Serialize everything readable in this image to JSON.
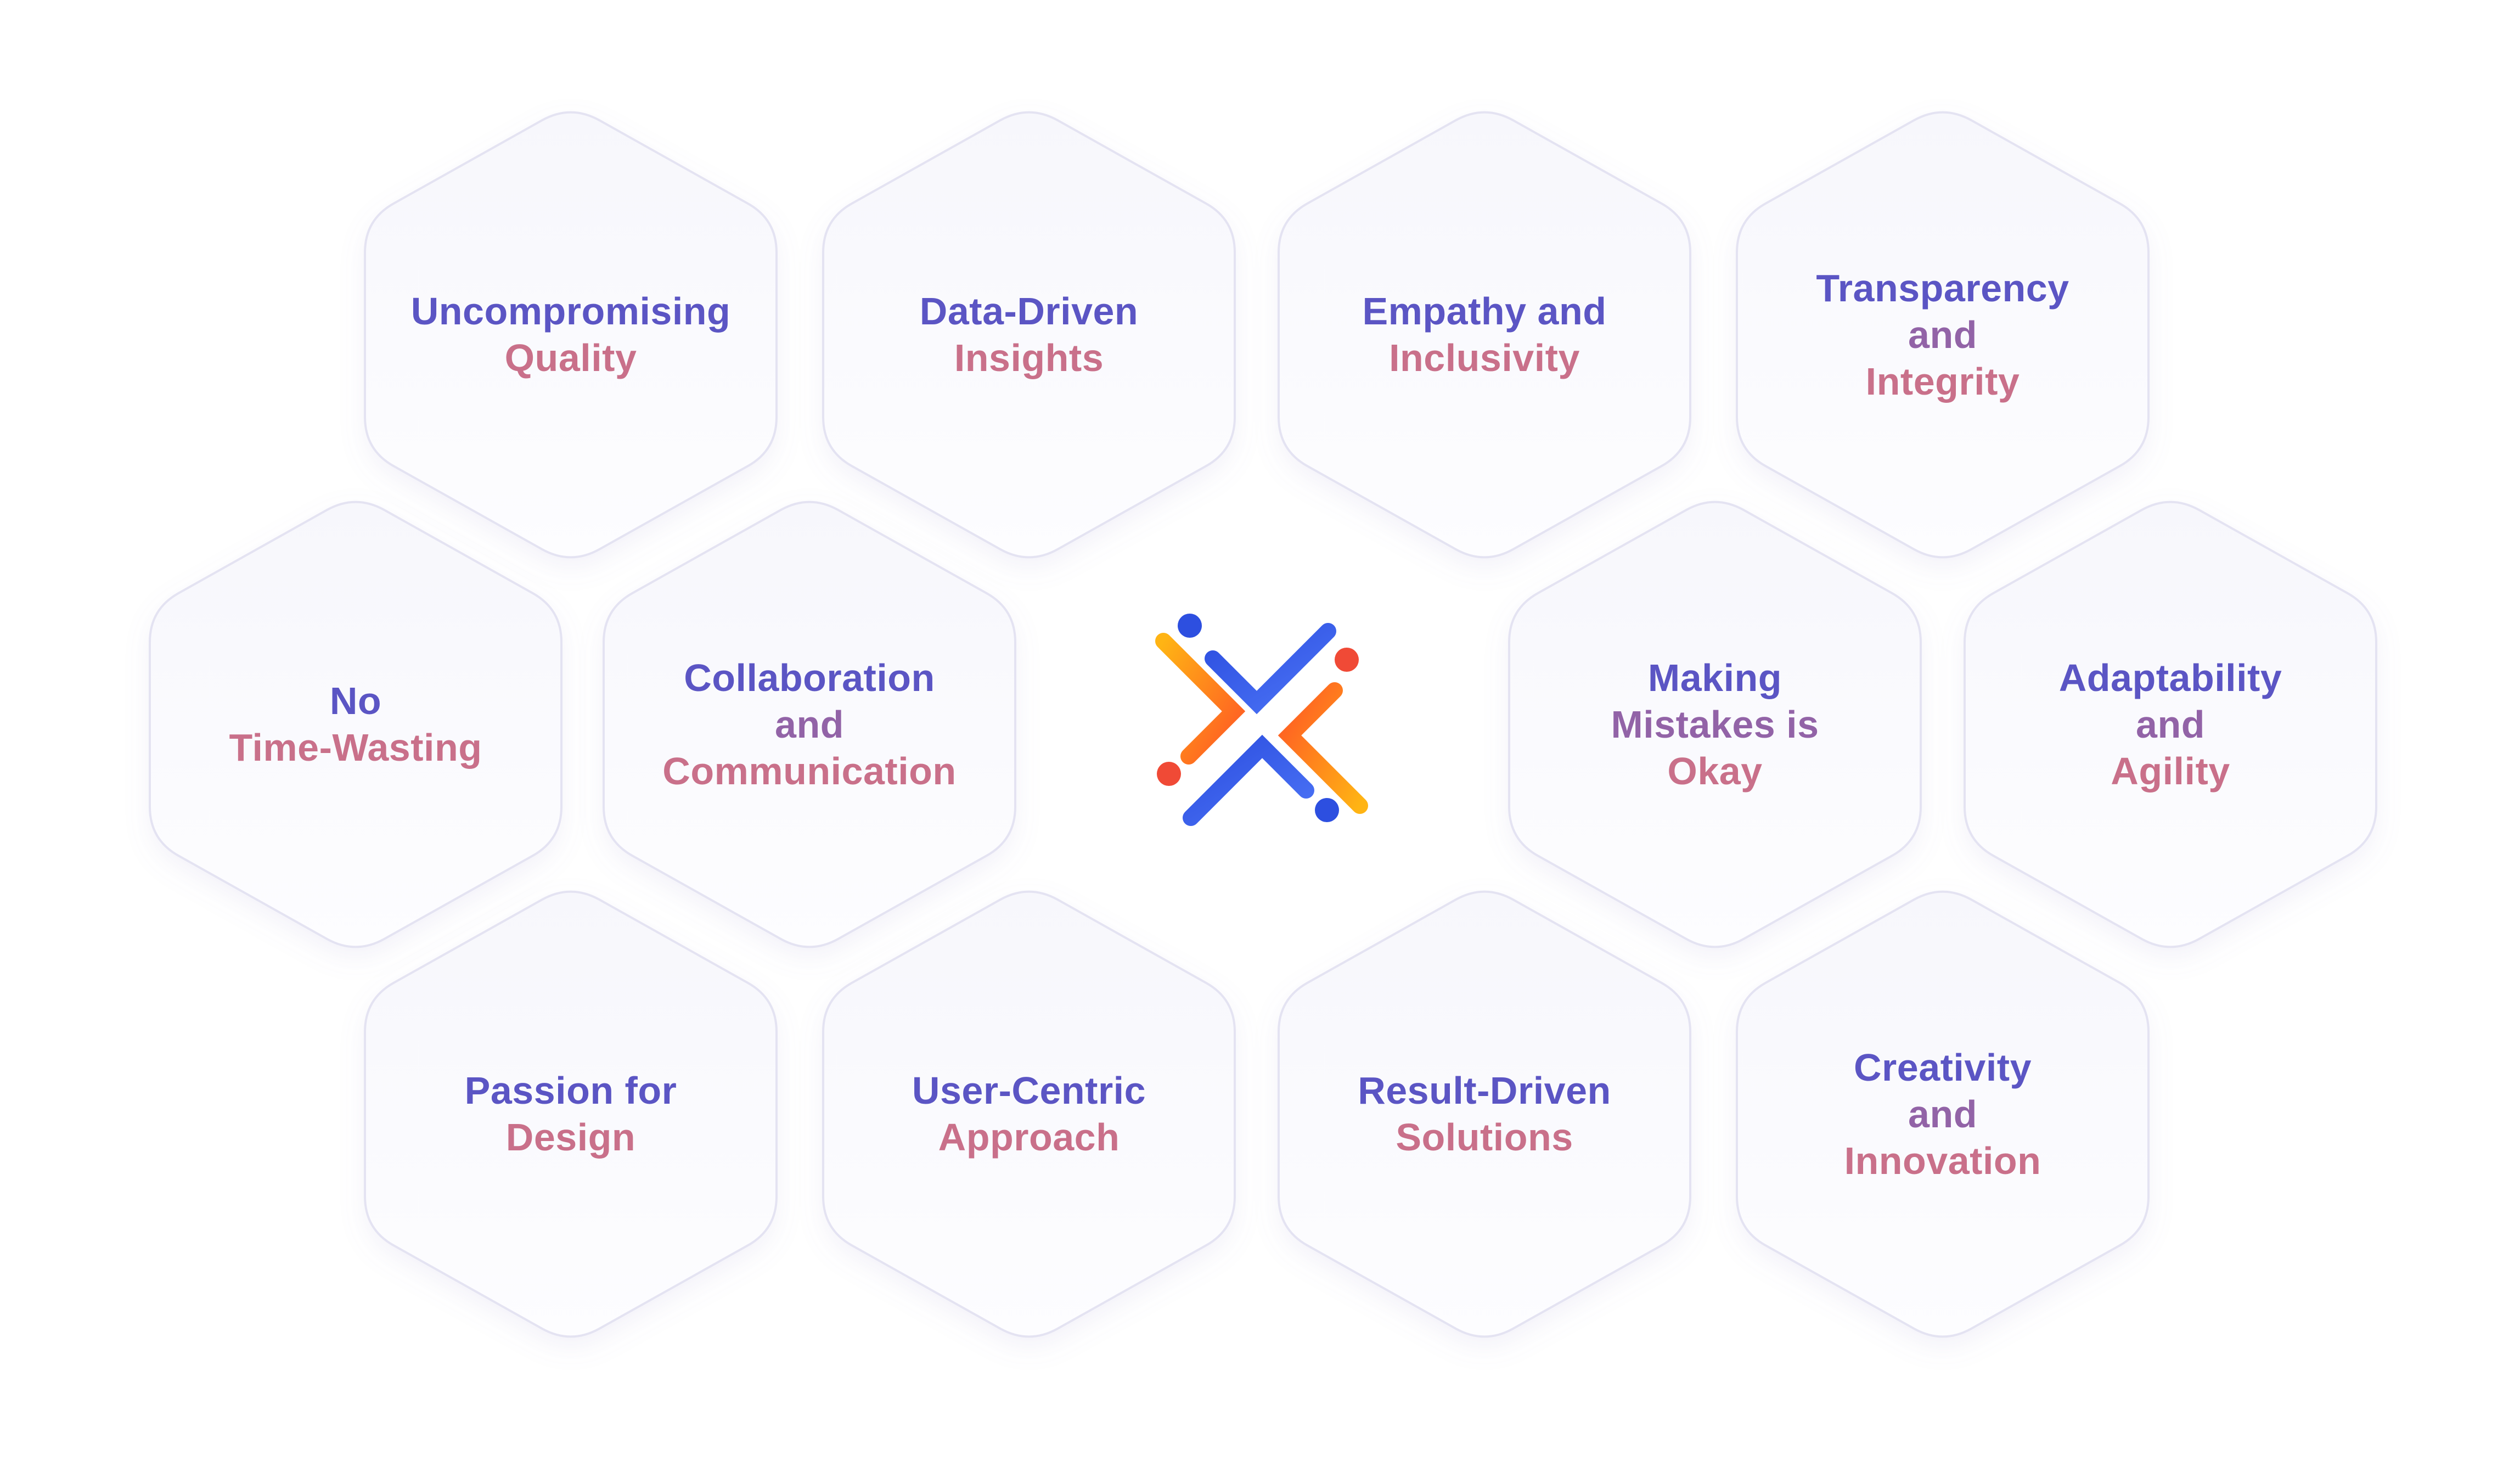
{
  "colors": {
    "background": "#ffffff",
    "hex_fill_top": "#f7f7fc",
    "hex_fill_bottom": "#fdfdff",
    "hex_stroke": "#e4e3f2",
    "text_top": "#5b55c4",
    "text_bottom": "#c9708a",
    "logo_blue": "#2d4fe0",
    "logo_blue_light": "#4a72f5",
    "logo_orange": "#ff5a24",
    "logo_yellow": "#ffb414",
    "logo_red": "#f04a36"
  },
  "values": [
    {
      "id": "uncompromising-quality",
      "lines": [
        "Uncompromising",
        "Quality"
      ]
    },
    {
      "id": "data-driven-insights",
      "lines": [
        "Data-Driven",
        "Insights"
      ]
    },
    {
      "id": "empathy-inclusivity",
      "lines": [
        "Empathy and",
        "Inclusivity"
      ]
    },
    {
      "id": "transparency-integrity",
      "lines": [
        "Transparency",
        "and",
        "Integrity"
      ]
    },
    {
      "id": "no-time-wasting",
      "lines": [
        "No",
        "Time-Wasting"
      ]
    },
    {
      "id": "collaboration-communication",
      "lines": [
        "Collaboration",
        "and",
        "Communication"
      ]
    },
    {
      "id": "making-mistakes-okay",
      "lines": [
        "Making",
        "Mistakes is",
        "Okay"
      ]
    },
    {
      "id": "adaptability-agility",
      "lines": [
        "Adaptability",
        "and",
        "Agility"
      ]
    },
    {
      "id": "passion-for-design",
      "lines": [
        "Passion for",
        "Design"
      ]
    },
    {
      "id": "user-centric-approach",
      "lines": [
        "User-Centric",
        "Approach"
      ]
    },
    {
      "id": "result-driven-solutions",
      "lines": [
        "Result-Driven",
        "Solutions"
      ]
    },
    {
      "id": "creativity-innovation",
      "lines": [
        "Creativity",
        "and",
        "Innovation"
      ]
    }
  ],
  "logo": {
    "icon": "x-logo-icon"
  }
}
